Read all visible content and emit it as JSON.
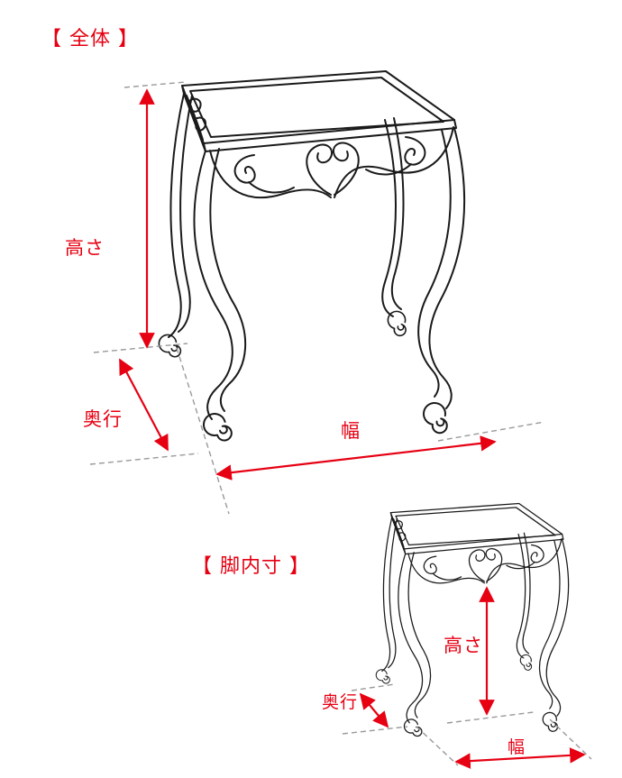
{
  "diagram": {
    "background_color": "#ffffff",
    "accent_color": "#e60012",
    "line_color": "#1a1a1a",
    "guide_color": "#999999",
    "sections": [
      {
        "title": "【 全体 】",
        "labels": {
          "height": "高さ",
          "depth": "奥行",
          "width": "幅"
        }
      },
      {
        "title": "【 脚内寸 】",
        "labels": {
          "height": "高さ",
          "depth": "奥行",
          "width": "幅"
        }
      }
    ]
  }
}
